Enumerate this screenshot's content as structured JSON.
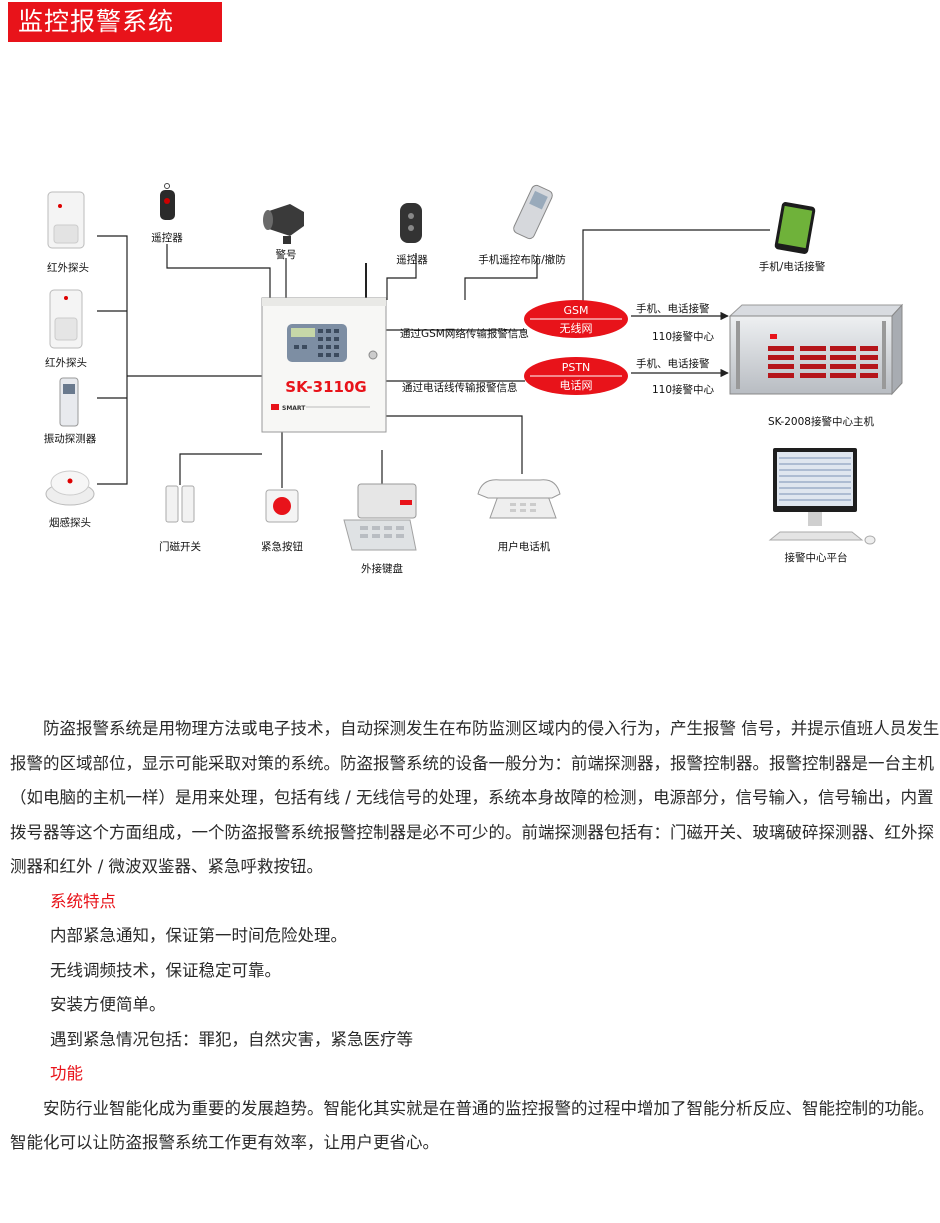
{
  "header": {
    "title": "监控报警系统"
  },
  "diagram": {
    "devices_left": [
      "红外探头",
      "红外探头",
      "振动探测器",
      "烟感探头"
    ],
    "device_top": {
      "remote1": "遥控器",
      "siren": "警号",
      "remote2": "遥控器",
      "phone_arm": "手机遥控布防/撤防"
    },
    "device_bottom": {
      "door": "门磁开关",
      "emergency": "紧急按钮",
      "keypad": "外接键盘",
      "telephone": "用户电话机"
    },
    "panel": {
      "model": "SK-3110G",
      "brand": "SMART"
    },
    "gsm": {
      "top": "GSM",
      "bottom": "无线网",
      "via": "通过GSM网络传输报警信息",
      "out1": "手机、电话接警",
      "out2": "110接警中心"
    },
    "pstn": {
      "top": "PSTN",
      "bottom": "电话网",
      "via": "通过电话线传输报警信息",
      "out1": "手机、电话接警",
      "out2": "110接警中心"
    },
    "right": {
      "mobile": "手机/电话接警",
      "host": "SK-2008接警中心主机",
      "platform": "接警中心平台"
    }
  },
  "content": {
    "intro": "防盗报警系统是用物理方法或电子技术，自动探测发生在布防监测区域内的侵入行为，产生报警 信号，并提示值班人员发生报警的区域部位，显示可能采取对策的系统。防盗报警系统的设备一般分为：前端探测器，报警控制器。报警控制器是一台主机（如电脑的主机一样）是用来处理，包括有线 / 无线信号的处理，系统本身故障的检测，电源部分，信号输入，信号输出，内置拨号器等这个方面组成，一个防盗报警系统报警控制器是必不可少的。前端探测器包括有：门磁开关、玻璃破碎探测器、红外探测器和红外 / 微波双鉴器、紧急呼救按钮。",
    "features_heading": "系统特点",
    "features": [
      "内部紧急通知，保证第一时间危险处理。",
      "无线调频技术，保证稳定可靠。",
      "安装方便简单。",
      "遇到紧急情况包括：罪犯，自然灾害，紧急医疗等"
    ],
    "function_heading": "功能",
    "function_text": "安防行业智能化成为重要的发展趋势。智能化其实就是在普通的监控报警的过程中增加了智能分析反应、智能控制的功能。智能化可以让防盗报警系统工作更有效率，让用户更省心。"
  },
  "colors": {
    "accent": "#e8131a",
    "lines": "#222222"
  }
}
